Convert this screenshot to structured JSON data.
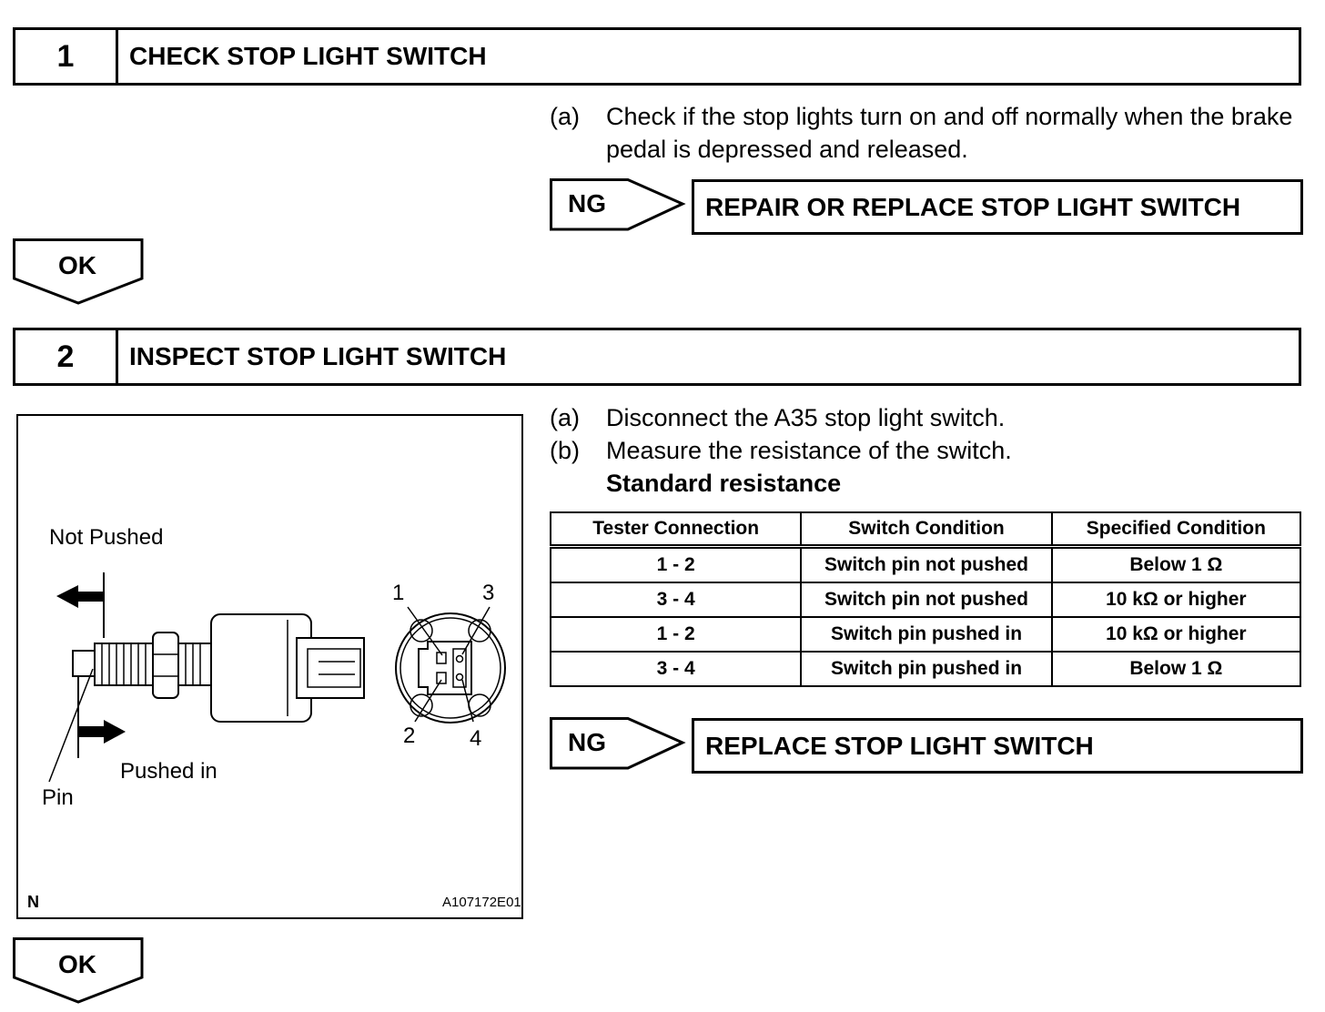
{
  "step1": {
    "number": "1",
    "title": "CHECK STOP LIGHT SWITCH",
    "instruction_label": "(a)",
    "instruction_text": "Check if the stop lights turn on and off normally when the brake pedal is depressed and released.",
    "ng_label": "NG",
    "ng_action": "REPAIR OR REPLACE STOP LIGHT SWITCH",
    "ok_label": "OK"
  },
  "step2": {
    "number": "2",
    "title": "INSPECT STOP LIGHT SWITCH",
    "instructions": [
      {
        "label": "(a)",
        "text": "Disconnect the A35 stop light switch."
      },
      {
        "label": "(b)",
        "text": "Measure the resistance of the switch."
      }
    ],
    "standard_heading": "Standard resistance",
    "table": {
      "headers": [
        "Tester Connection",
        "Switch Condition",
        "Specified Condition"
      ],
      "rows": [
        [
          "1 - 2",
          "Switch pin not pushed",
          "Below 1 Ω"
        ],
        [
          "3 - 4",
          "Switch pin not pushed",
          "10 kΩ or higher"
        ],
        [
          "1 - 2",
          "Switch pin pushed in",
          "10 kΩ or higher"
        ],
        [
          "3 - 4",
          "Switch pin pushed in",
          "Below 1 Ω"
        ]
      ]
    },
    "ng_label": "NG",
    "ng_action": "REPLACE STOP LIGHT SWITCH",
    "ok_label": "OK"
  },
  "figure": {
    "not_pushed": "Not Pushed",
    "pushed_in": "Pushed in",
    "pin": "Pin",
    "terminal_1": "1",
    "terminal_2": "2",
    "terminal_3": "3",
    "terminal_4": "4",
    "corner_mark": "N",
    "figure_code": "A107172E01"
  }
}
